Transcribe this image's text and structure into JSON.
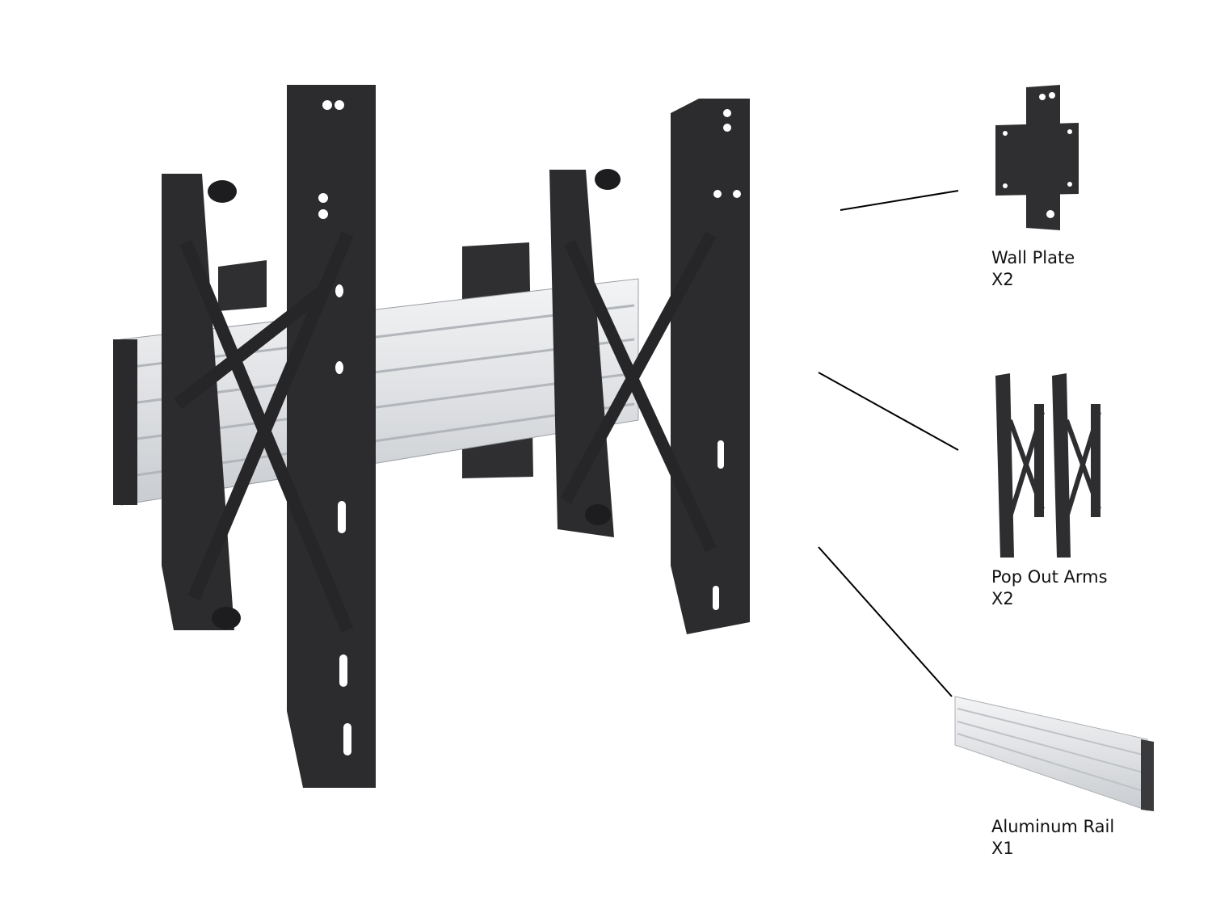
{
  "components": [
    {
      "name": "Wall Plate",
      "quantity": "X2"
    },
    {
      "name": "Pop Out Arms",
      "quantity": "X2"
    },
    {
      "name": "Aluminum Rail",
      "quantity": "X1"
    }
  ],
  "colors": {
    "steel": "#2f2f31",
    "steel_edge": "#1a1a1b",
    "aluminum": "#e4e6e8",
    "aluminum_groove": "#b9bcc0",
    "leader_line": "#000000"
  }
}
